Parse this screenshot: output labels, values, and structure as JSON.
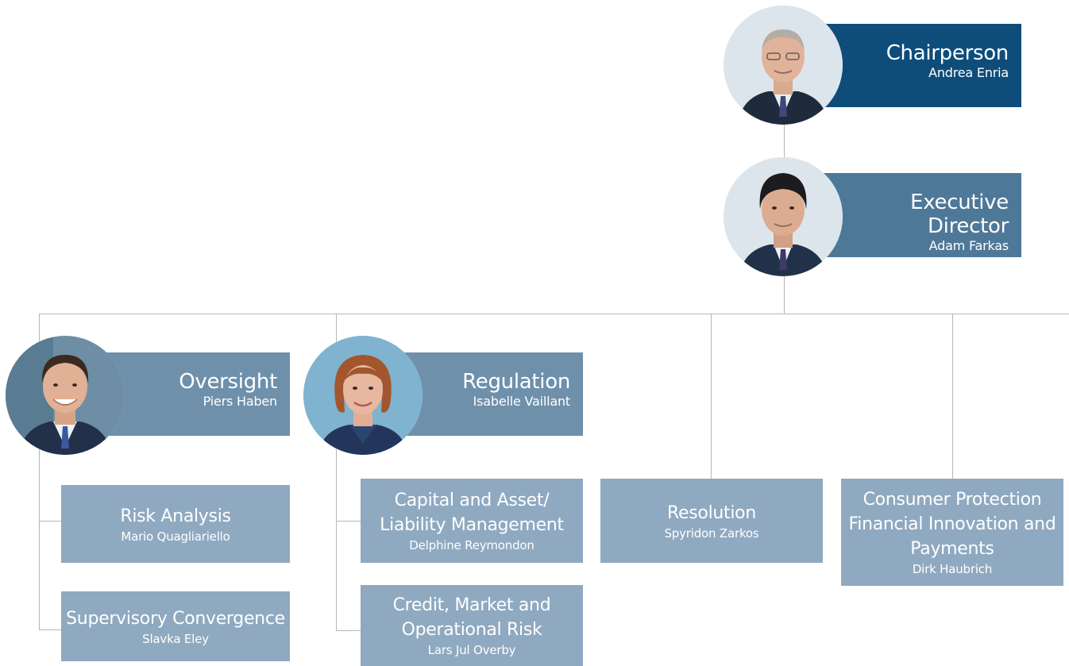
{
  "chairperson": {
    "title": "Chairperson",
    "name": "Andrea Enria"
  },
  "executive": {
    "title": "Executive Director",
    "name": "Adam Farkas"
  },
  "oversight": {
    "title": "Oversight",
    "name": "Piers Haben"
  },
  "regulation": {
    "title": "Regulation",
    "name": "Isabelle Vaillant"
  },
  "risk_analysis": {
    "title": "Risk Analysis",
    "name": "Mario Quagliariello"
  },
  "supervisory_convergence": {
    "title": "Supervisory Convergence",
    "name": "Slavka Eley"
  },
  "capital": {
    "title_line1": "Capital and Asset/",
    "title_line2": "Liability Management",
    "name": "Delphine Reymondon"
  },
  "credit": {
    "title_line1": "Credit, Market and",
    "title_line2": "Operational Risk",
    "name": "Lars Jul Overby"
  },
  "resolution": {
    "title": "Resolution",
    "name": "Spyridon Zarkos"
  },
  "consumer": {
    "title_line1": "Consumer Protection",
    "title_line2": "Financial Innovation and",
    "title_line3": "Payments",
    "name": "Dirk Haubrich"
  },
  "colors": {
    "primary": "#0e4d7a",
    "executive": "#4e7897",
    "lead": "#6e90ab",
    "unit": "#8fa9c0",
    "connector": "#b7b7b7"
  },
  "icons": [
    "chairperson-portrait",
    "executive-portrait",
    "oversight-portrait",
    "regulation-portrait"
  ]
}
